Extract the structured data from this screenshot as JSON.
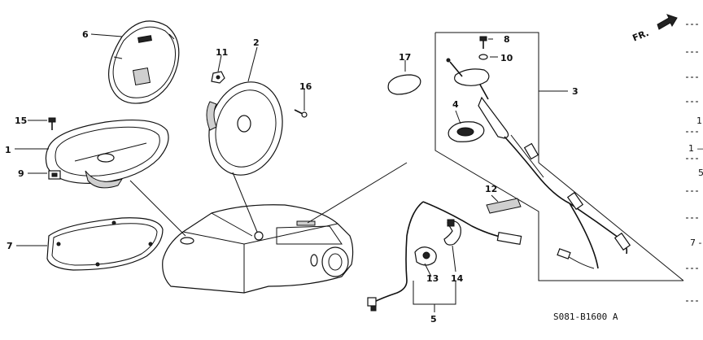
{
  "callouts": [
    {
      "id": "c1",
      "label": "1"
    },
    {
      "id": "c2",
      "label": "2"
    },
    {
      "id": "c3",
      "label": "3"
    },
    {
      "id": "c4",
      "label": "4"
    },
    {
      "id": "c5",
      "label": "5"
    },
    {
      "id": "c6",
      "label": "6"
    },
    {
      "id": "c7",
      "label": "7"
    },
    {
      "id": "c8",
      "label": "8"
    },
    {
      "id": "c9",
      "label": "9"
    },
    {
      "id": "c10",
      "label": "10"
    },
    {
      "id": "c11",
      "label": "11"
    },
    {
      "id": "c12",
      "label": "12"
    },
    {
      "id": "c13",
      "label": "13"
    },
    {
      "id": "c14",
      "label": "14"
    },
    {
      "id": "c15",
      "label": "15"
    },
    {
      "id": "c16",
      "label": "16"
    },
    {
      "id": "c17",
      "label": "17"
    }
  ],
  "direction_marker": "FR.",
  "diagram_code": "S081-B1600 A",
  "edge_fragments": [
    "1",
    "1 —",
    "5",
    "7 -"
  ]
}
